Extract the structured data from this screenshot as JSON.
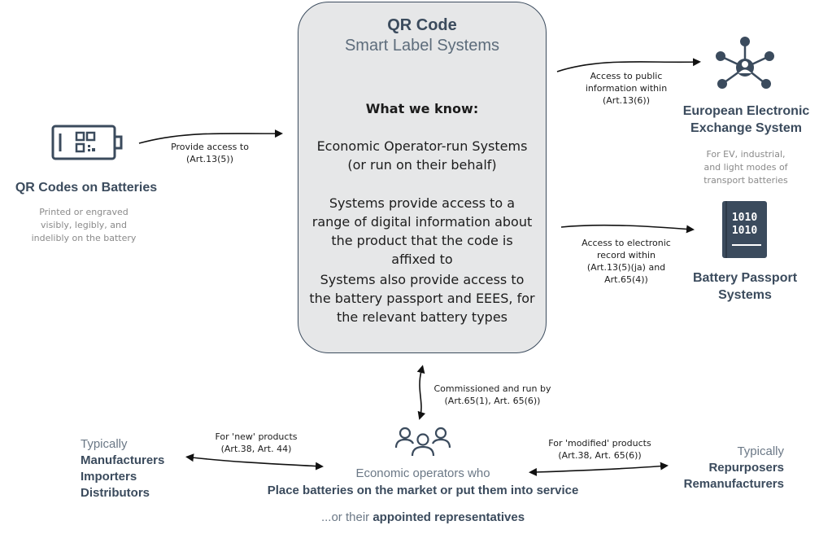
{
  "center": {
    "title": "QR Code",
    "subtitle": "Smart Label Systems",
    "heading": "What we know:",
    "p1": "Economic Operator-run Systems (or run on their behalf)",
    "p2": "Systems provide access to a range of digital information about the product that the code is affixed to",
    "p3": "Systems also provide access to the battery passport and EEES, for the relevant battery types"
  },
  "left": {
    "title": "QR Codes on Batteries",
    "note": "Printed or engraved visibly, legibly, and indelibly on the battery",
    "arrow_label_1": "Provide access to",
    "arrow_label_2": "(Art.13(5))"
  },
  "eees": {
    "arrow_label_1": "Access to public",
    "arrow_label_2": "information within",
    "arrow_label_3": "(Art.13(6))",
    "title_1": "European Electronic",
    "title_2": "Exchange System",
    "note_1": "For EV, industrial,",
    "note_2": "and light modes of",
    "note_3": "transport batteries",
    "icon": "network-people-icon"
  },
  "passport": {
    "icon_text_1": "1010",
    "icon_text_2": "1010",
    "arrow_label_1": "Access to electronic",
    "arrow_label_2": "record within",
    "arrow_label_3": "(Art.13(5)(ja) and",
    "arrow_label_4": "Art.65(4))",
    "title_1": "Battery Passport",
    "title_2": "Systems",
    "icon": "binary-book-icon"
  },
  "operators": {
    "arrow_label_1": "Commissioned and run by",
    "arrow_label_2": "(Art.65(1), Art. 65(6))",
    "line1": "Economic operators who",
    "line2": "Place batteries on the market or put them into service",
    "rep_prefix": "...or their ",
    "rep_bold": "appointed representatives",
    "icon": "people-group-icon"
  },
  "new_products": {
    "arrow_label_1": "For 'new' products",
    "arrow_label_2": "(Art.38, Art. 44)",
    "typically": "Typically",
    "roles": [
      "Manufacturers",
      "Importers",
      "Distributors"
    ]
  },
  "modified_products": {
    "arrow_label_1": "For 'modified' products",
    "arrow_label_2": "(Art.38, Art. 65(6))",
    "typically": "Typically",
    "roles": [
      "Repurposers",
      "Remanufacturers"
    ]
  },
  "colors": {
    "navy": "#3b4b5d",
    "box_fill": "#e6e7e8",
    "grey_text": "#8a8a8a"
  }
}
